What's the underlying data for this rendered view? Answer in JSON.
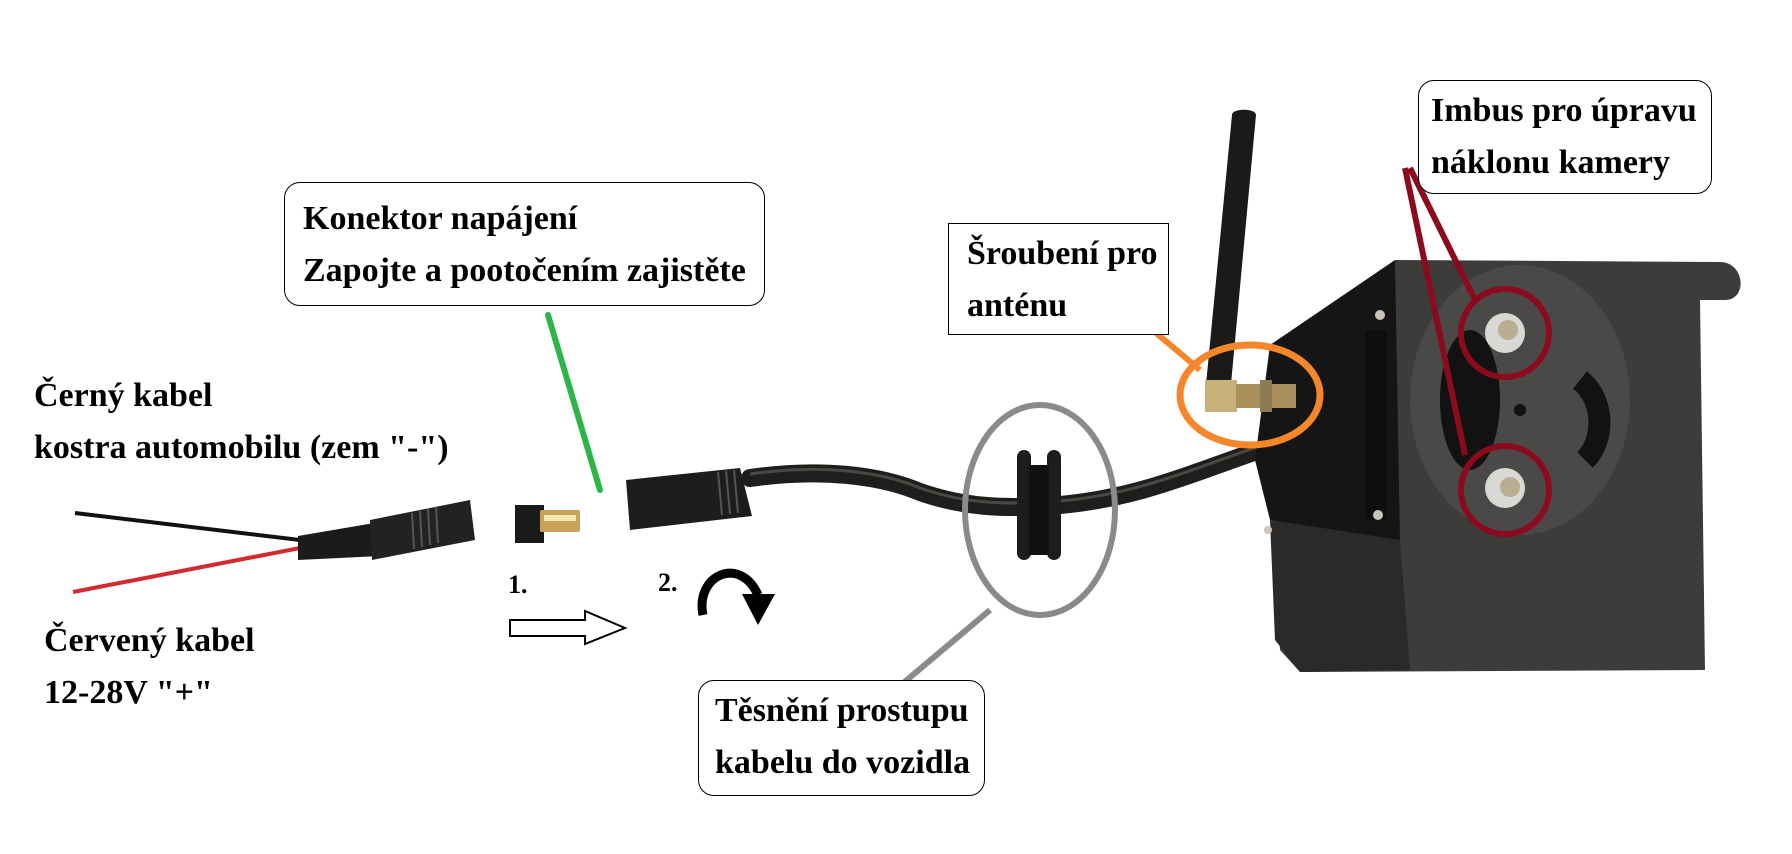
{
  "diagram": {
    "subject": "Wireless reversing camera installation diagram",
    "colors": {
      "black_wire": "#111111",
      "red_wire": "#d42a2f",
      "connector_callout": "#2db54a",
      "antenna_callout": "#f5862a",
      "grommet_callout": "#8a8a8a",
      "tilt_screw_callout": "#8b0a1e",
      "camera_body": "#3b3a38"
    },
    "labels": {
      "black_cable": {
        "lines": [
          "Černý kabel",
          "kostra automobilu (zem \"-\")"
        ]
      },
      "red_cable": {
        "lines": [
          "Červený kabel",
          "12-28V \"+\""
        ]
      },
      "power_connector": {
        "lines": [
          "Konektor napájení",
          "Zapojte a pootočením zajistěte"
        ]
      },
      "antenna_mount": {
        "lines": [
          "Šroubení pro",
          "anténu"
        ]
      },
      "tilt_screws": {
        "lines": [
          "Imbus pro úpravu",
          "náklonu kamery"
        ]
      },
      "grommet": {
        "lines": [
          "Těsnění prostupu",
          "kabelu do vozidla"
        ]
      }
    },
    "steps": [
      {
        "number": "1.",
        "action": "push-in",
        "icon": "arrow-right-outline-icon"
      },
      {
        "number": "2.",
        "action": "rotate-to-lock",
        "icon": "rotate-clockwise-icon"
      }
    ]
  }
}
